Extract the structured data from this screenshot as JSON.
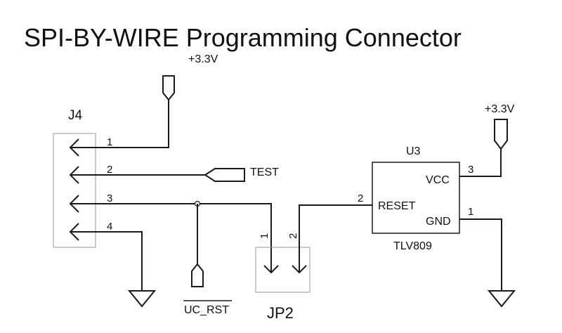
{
  "title": "SPI-BY-WIRE Programming Connector",
  "power_labels": {
    "j4_supply": "+3.3V",
    "u3_supply": "+3.3V"
  },
  "connector_j4": {
    "ref": "J4",
    "pins": [
      "1",
      "2",
      "3",
      "4"
    ]
  },
  "net_labels": {
    "test": "TEST",
    "uc_rst": "UC_RST"
  },
  "jumper_jp2": {
    "ref": "JP2",
    "pins": [
      "1",
      "2"
    ]
  },
  "ic_u3": {
    "ref": "U3",
    "part": "TLV809",
    "pin_reset": "RESET",
    "pin_vcc": "VCC",
    "pin_gnd": "GND",
    "pin_reset_num": "2",
    "pin_vcc_num": "3",
    "pin_gnd_num": "1"
  },
  "colors": {
    "ink": "#1a1a1a",
    "box_light": "#9a9a9a",
    "background": "#ffffff"
  }
}
